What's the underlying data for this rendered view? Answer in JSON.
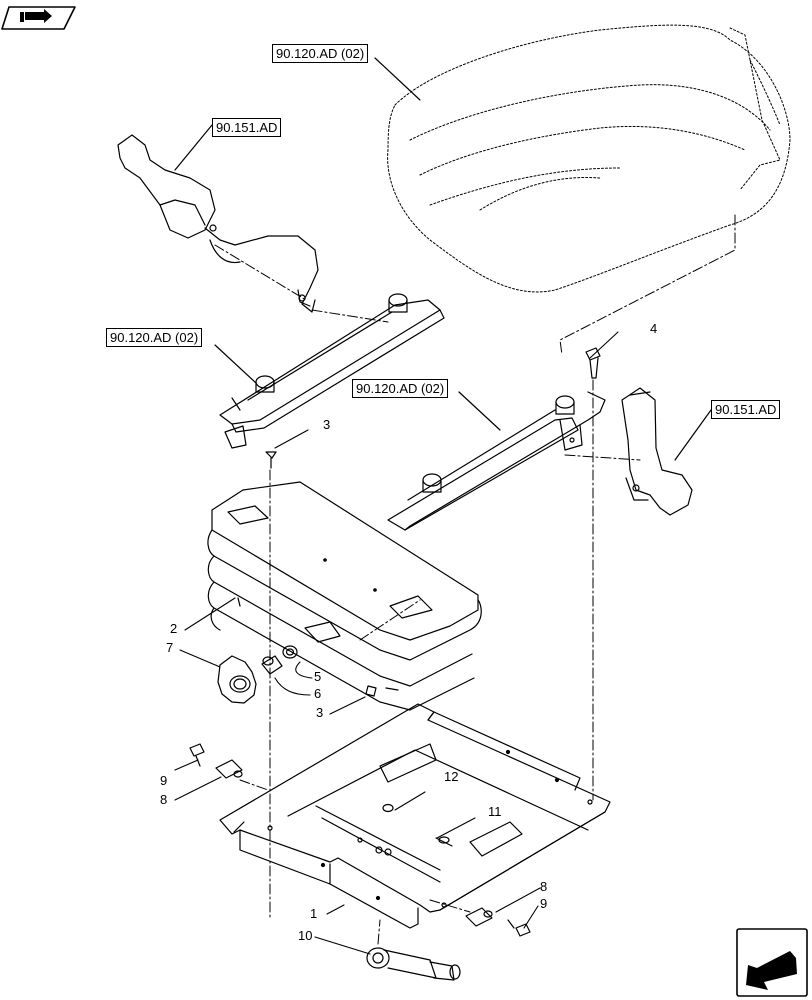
{
  "references": {
    "seat_cushion": "90.120.AD (02)",
    "belt_left": "90.151.AD",
    "rail_left": "90.120.AD (02)",
    "rail_right": "90.120.AD (02)",
    "belt_right": "90.151.AD"
  },
  "callouts": [
    "1",
    "2",
    "3",
    "3",
    "4",
    "5",
    "6",
    "7",
    "8",
    "8",
    "9",
    "9",
    "10",
    "11",
    "12"
  ],
  "icons": {
    "top_left": "book-arrow-icon",
    "bottom_right": "next-page-arrow-icon"
  }
}
